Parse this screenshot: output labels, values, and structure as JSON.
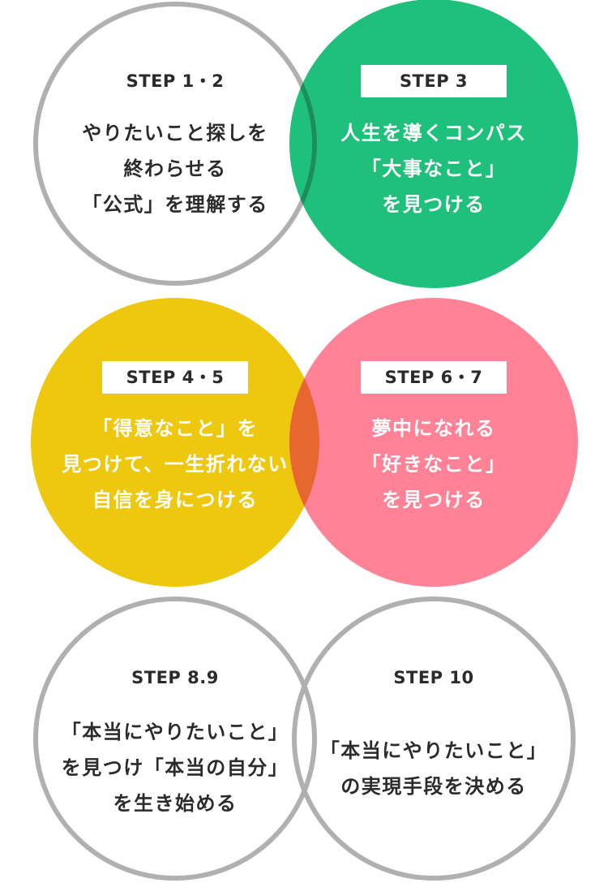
{
  "colors": {
    "gray_ring": "#b0b0b0",
    "green": "#1fc07c",
    "yellow": "#eec80e",
    "pink": "#ff8296",
    "overlap_orange": "#e86731",
    "overlap_green_dark": "#1a8f5c",
    "text_dark": "#2b2b2b",
    "text_light": "#ffffff"
  },
  "steps": [
    {
      "label": "STEP 1・2",
      "lines": [
        "やりたいこと探しを",
        "終わらせる",
        "「公式」を理解する"
      ]
    },
    {
      "label": "STEP 3",
      "lines": [
        "人生を導くコンパス",
        "「大事なこと」",
        "を見つける"
      ]
    },
    {
      "label": "STEP 4・5",
      "lines": [
        "「得意なこと」を",
        "見つけて、一生折れない",
        "自信を身につける"
      ]
    },
    {
      "label": "STEP 6・7",
      "lines": [
        "夢中になれる",
        "「好きなこと」",
        "を見つける"
      ]
    },
    {
      "label": "STEP 8.9",
      "lines": [
        "「本当にやりたいこと」",
        "を見つけ「本当の自分」",
        "を生き始める"
      ]
    },
    {
      "label": "STEP 10",
      "lines": [
        "「本当にやりたいこと」",
        "の実現手段を決める"
      ]
    }
  ]
}
